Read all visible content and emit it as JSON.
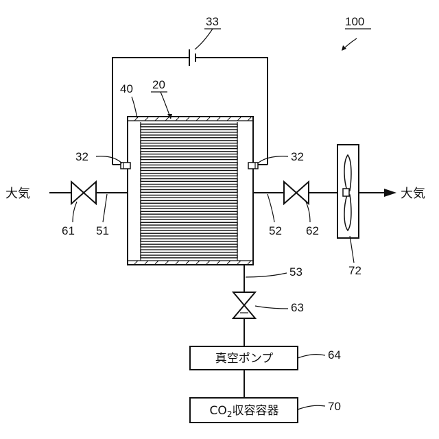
{
  "labels": {
    "ref_100": "100",
    "ref_33": "33",
    "ref_40": "40",
    "ref_20": "20",
    "ref_32_left": "32",
    "ref_32_right": "32",
    "ref_61": "61",
    "ref_51": "51",
    "ref_52": "52",
    "ref_62": "62",
    "ref_72": "72",
    "ref_53": "53",
    "ref_63": "63",
    "ref_64": "64",
    "ref_70": "70"
  },
  "inlet_label": "大気",
  "outlet_label": "大気",
  "vacuum_pump": {
    "label": "真空ポンプ"
  },
  "co2_container": {
    "prefix": "CO",
    "subscript": "2",
    "suffix": "収容容器"
  }
}
